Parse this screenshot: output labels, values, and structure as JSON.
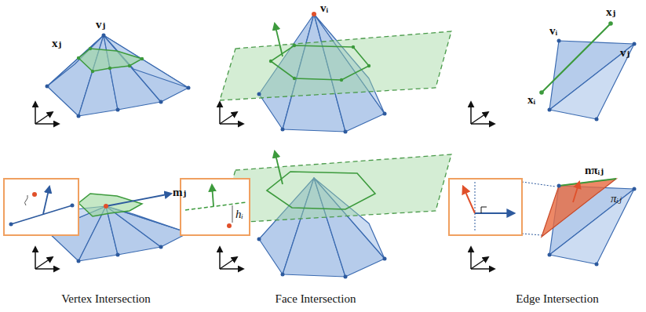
{
  "diagram": {
    "labels": [
      "vⱼ",
      "xⱼ",
      "mⱼ",
      "vᵢ",
      "hᵢ",
      "vᵢ",
      "xⱼ",
      "vⱼ",
      "xᵢ",
      "nπᵢⱼ",
      "πᵢⱼ",
      "Vertex Intersection",
      "Face Intersection",
      "Edge Intersection"
    ]
  }
}
